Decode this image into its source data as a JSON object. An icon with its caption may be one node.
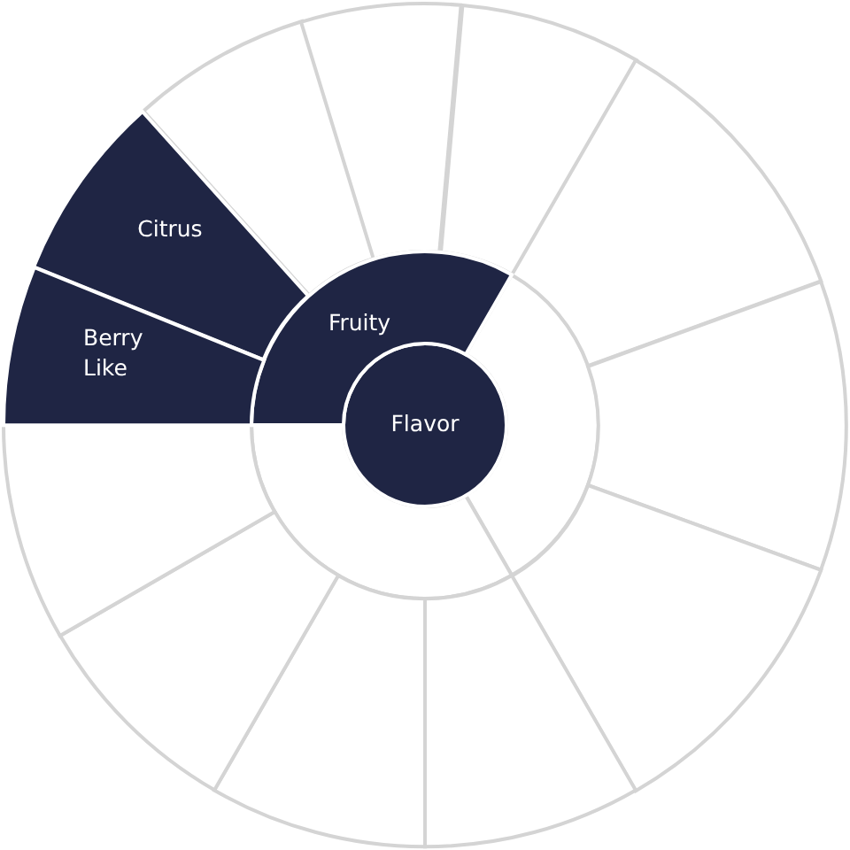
{
  "diagram": {
    "nodes": [
      {
        "text": [
          "Flavor"
        ]
      },
      {
        "text": [
          "Fruity"
        ]
      },
      {
        "text": [],
        "shape": "wedge"
      },
      {
        "text": [],
        "shape": "wedge"
      },
      {
        "text": [
          "Citrus"
        ]
      },
      {
        "text": [
          "Berry Like"
        ]
      },
      {
        "text": [],
        "shape": "wedge"
      },
      {
        "text": [],
        "shape": "wedge"
      },
      {
        "text": [],
        "shape": "wedge"
      },
      {
        "text": [],
        "shape": "wedge"
      },
      {
        "text": [],
        "shape": "wedge"
      },
      {
        "text": [],
        "shape": "wedge"
      },
      {
        "text": [],
        "shape": "wedge"
      },
      {
        "text": [],
        "shape": "wedge"
      },
      {
        "text": [],
        "shape": "wedge"
      },
      {
        "text": [],
        "shape": "wedge"
      }
    ]
  }
}
